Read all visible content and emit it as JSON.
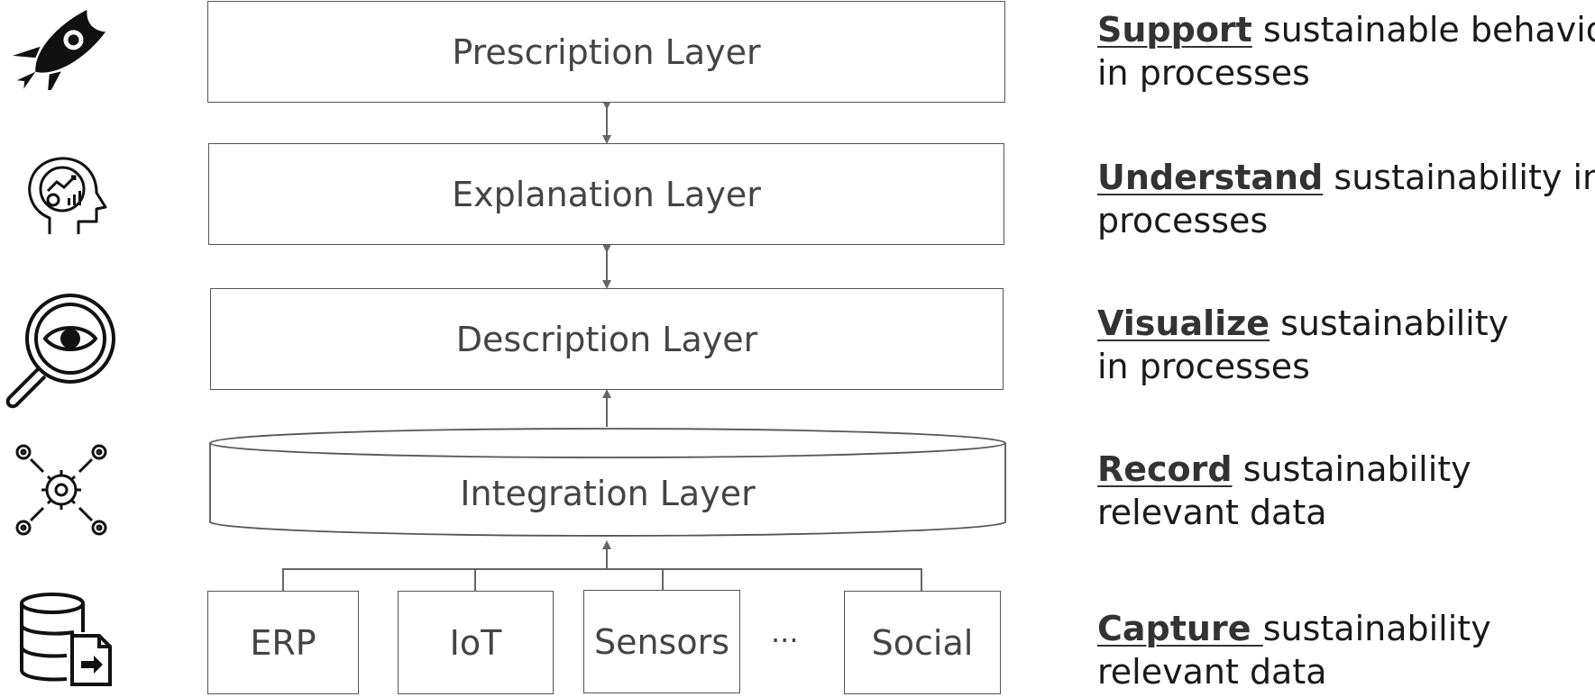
{
  "layers": {
    "prescription": "Prescription Layer",
    "explanation": "Explanation Layer",
    "description": "Description Layer",
    "integration": "Integration Layer"
  },
  "sources": [
    "ERP",
    "IoT",
    "Sensors",
    "Social"
  ],
  "ellipsis": "···",
  "descriptions": [
    {
      "verb": "Support",
      "rest_line1": " sustainable behaviour",
      "line2": "in processes"
    },
    {
      "verb": "Understand",
      "rest_line1": " sustainability in",
      "line2": "processes"
    },
    {
      "verb": "Visualize",
      "rest_line1": " sustainability",
      "line2": "in processes"
    },
    {
      "verb": "Record",
      "rest_line1": " sustainability",
      "line2": "relevant data"
    },
    {
      "verb": "Capture ",
      "rest_line1": "sustainability",
      "line2": "relevant data"
    }
  ],
  "icons": [
    "rocket-icon",
    "head-analytics-icon",
    "magnifier-eye-icon",
    "gear-network-icon",
    "database-file-icon"
  ]
}
